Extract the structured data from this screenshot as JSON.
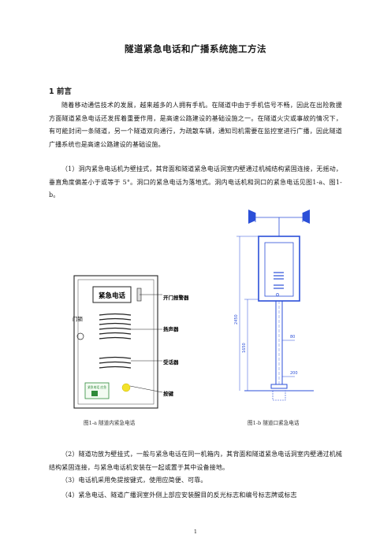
{
  "document": {
    "title": "隧道紧急电话和广播系统施工方法",
    "section_heading": "1 前言",
    "paragraphs": [
      "随着移动通信技术的发展，越来越多的人拥有手机。在隧道中由于手机信号不畅，因此在出险救援方面隧道紧急电话还发挥着重要作用，是高速公路建设的基础设施之一。在隧道火灾或事故的情况下，有可能封闭一条隧道，另一个隧道双向通行，为疏散车辆，通知司机需要在监控室进行广播，因此隧道广播系统也是高速公路建设的基础设施。",
      "（1）洞内紧急电话机为壁挂式，其背面和隧道紧急电话洞室内壁通过机械结构紧固连接，无摇动，垂直角度偏差小于或等于 5°。洞口的紧急电话为落地式。洞内电话机和洞口的紧急电话见图1-a、图1-b。",
      "（2）隧道功放为壁挂式，一般与紧急电话在同一机箱内，其背面和隧道紧急电话洞室内壁通过机械结构紧固连接，与紧急电话机安装在一起或置于其中设备接地。",
      "（3）电话机采用免提按键式，使用应简便、可靠。",
      "（4）紧急电话、隧道广播洞室外侧上部应安装醒目的反光标志和编号标志牌或标志"
    ],
    "page_number": "1"
  },
  "figure_a": {
    "caption": "图1-a 隧道内紧急电话",
    "panel_title": "紧急电话",
    "lock_label": "门锁",
    "sign_text": "紧急电话 应急",
    "callouts": [
      "开门报警器",
      "扬声器",
      "受话器",
      "按键"
    ]
  },
  "figure_b": {
    "caption": "图1-b 隧道口紧急电话",
    "dim_total": "2450",
    "dim_pole": "1650",
    "dim_width": "80",
    "dim_base": "200"
  },
  "colors": {
    "sign_green": "#2f8a3a",
    "button_yellow": "#f3e22a",
    "drawing_blue": "#2b4fd8"
  }
}
